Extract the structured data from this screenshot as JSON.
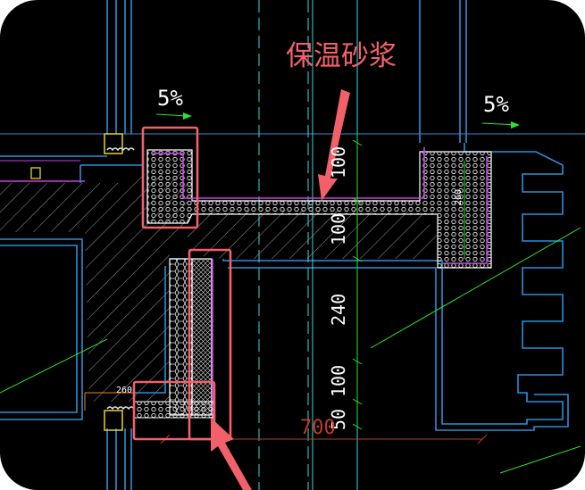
{
  "annotation": {
    "label": "保温砂浆",
    "color": "#f2606a"
  },
  "slopes": [
    {
      "text": "5%"
    },
    {
      "text": "5%"
    }
  ],
  "dimensions": {
    "d100_top": "100",
    "d100_mid": "100",
    "d240": "240",
    "d100_low": "100",
    "d50": "50",
    "d700": "700",
    "d260_right": "260",
    "d260_left": "260"
  },
  "colors": {
    "background": "#000000",
    "wall_outline": "#2a8fd8",
    "insulation": "#ffffff",
    "purple_line": "#c542e6",
    "dimension_green": "#2fe02f",
    "axis_cyan": "#3fd6d6",
    "highlight_box": "#f2606a",
    "dim_red": "#c03a2a"
  }
}
